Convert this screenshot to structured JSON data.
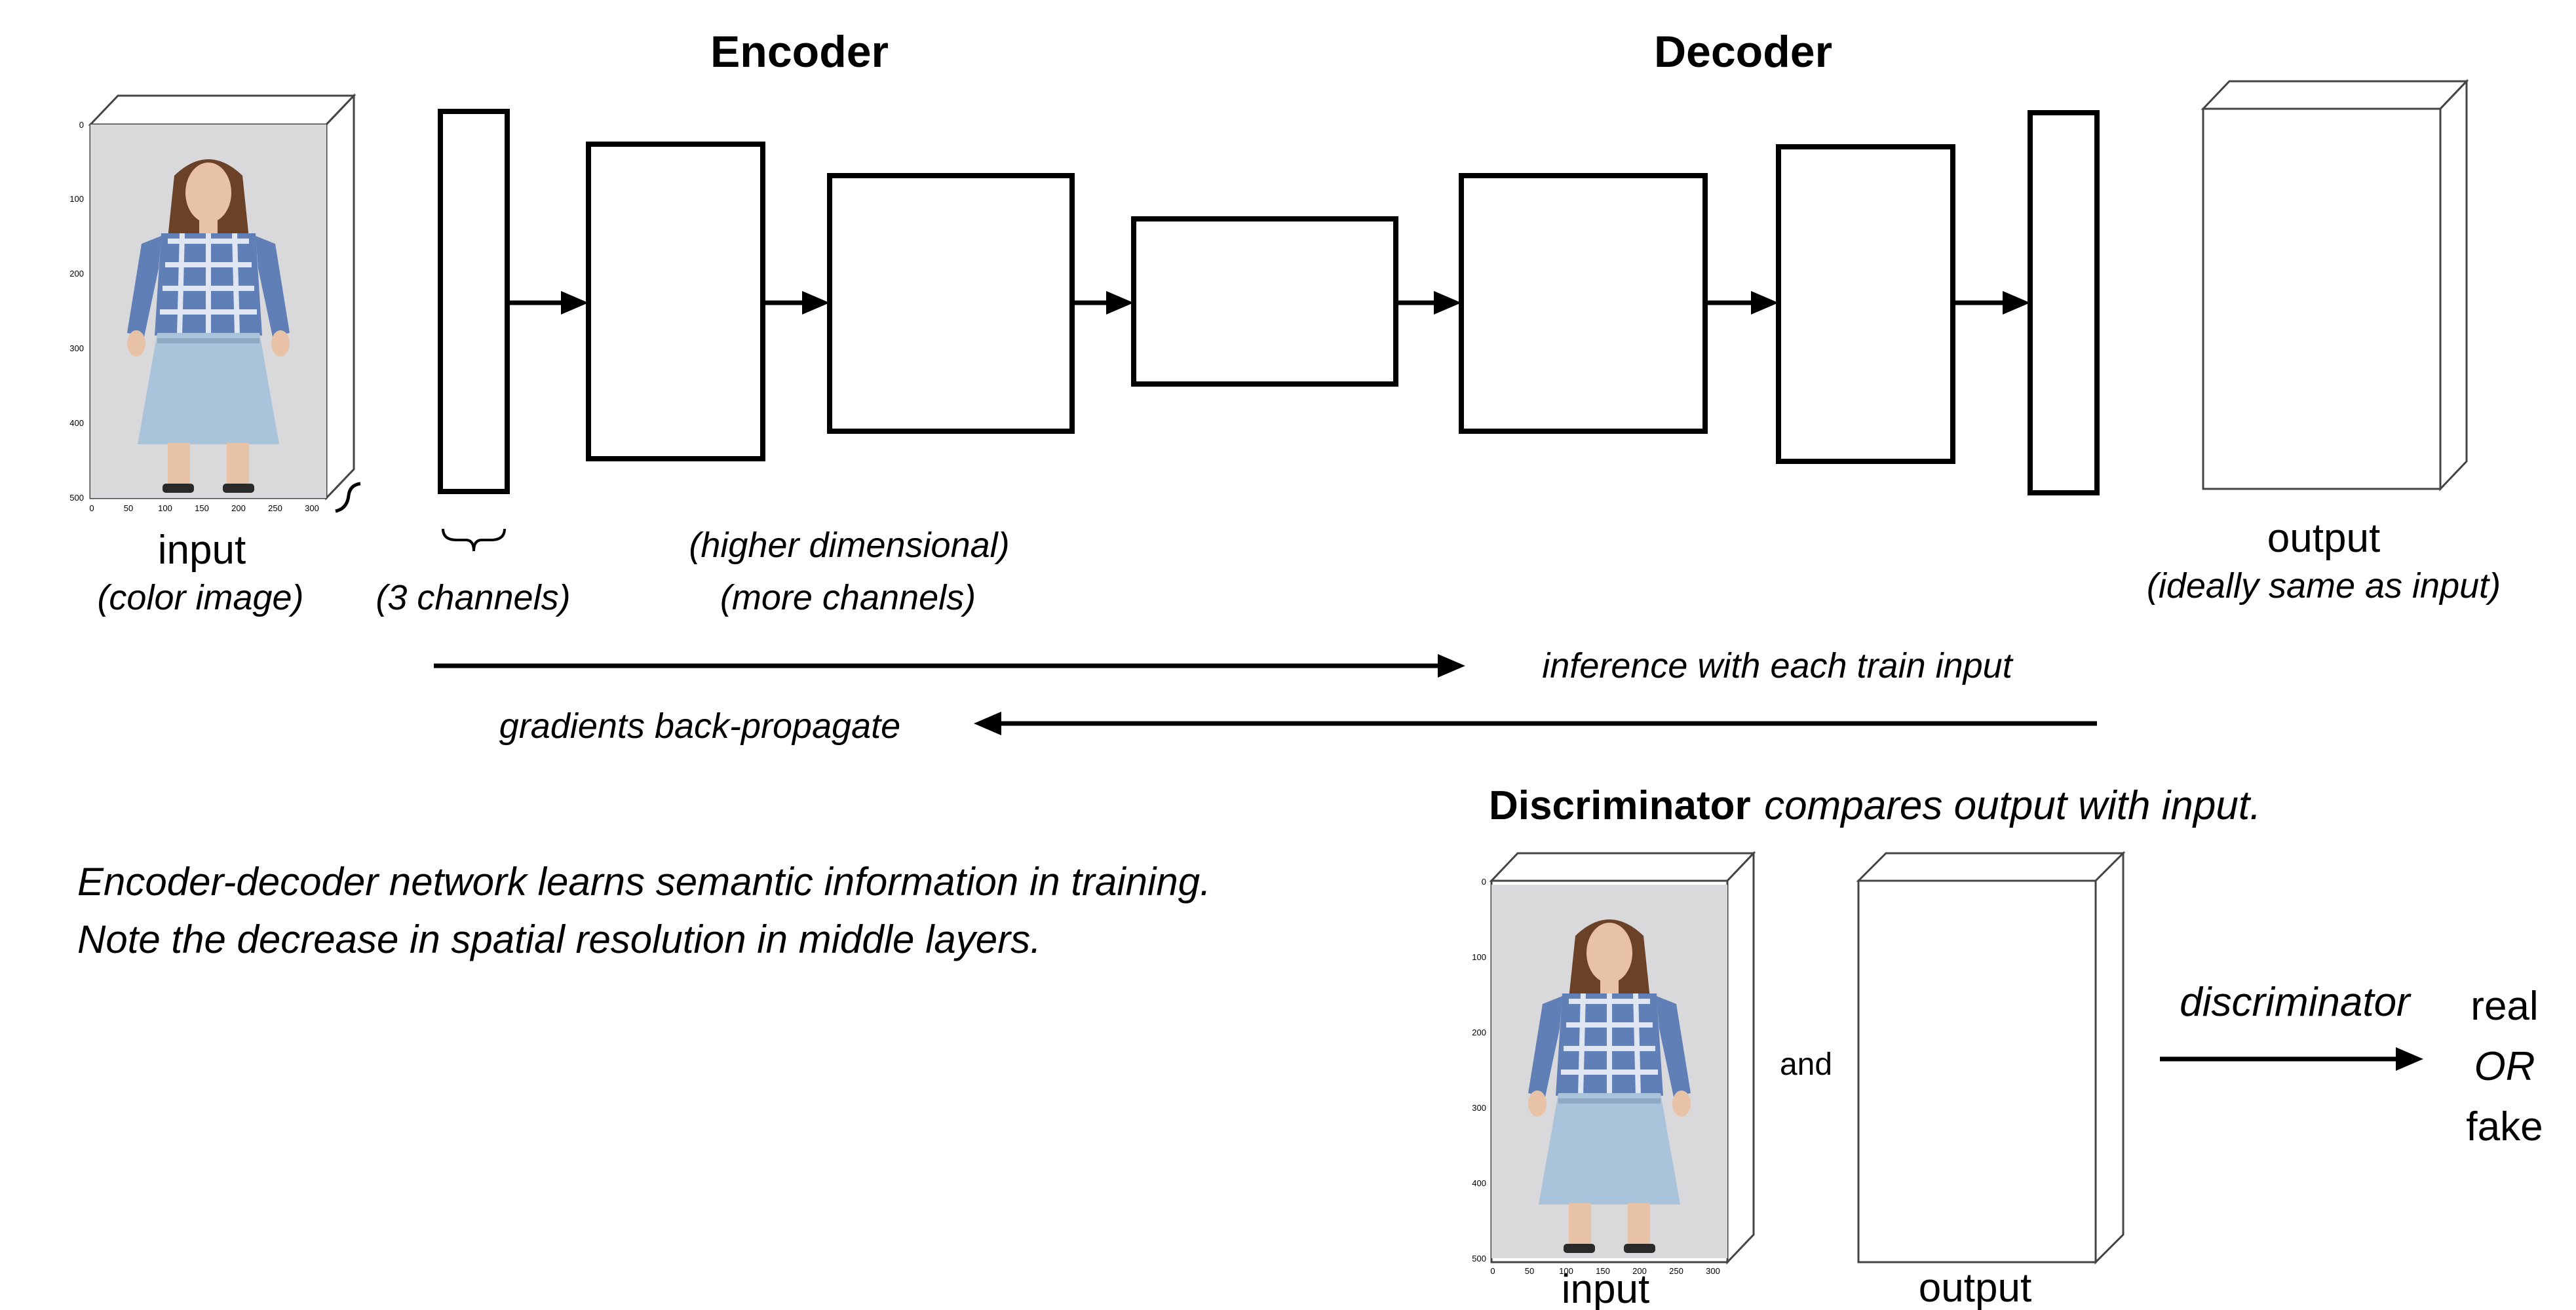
{
  "headings": {
    "encoder": "Encoder",
    "decoder": "Decoder"
  },
  "input_block": {
    "label": "input",
    "caption": "(color image)"
  },
  "first_layer_caption": "(3 channels)",
  "encoder_caption": {
    "line1": "(higher dimensional)",
    "line2": "(more channels)"
  },
  "output_block": {
    "label": "output",
    "caption": "(ideally same as input)"
  },
  "flow": {
    "forward": "inference with each train input",
    "backward": "gradients back-propagate"
  },
  "note": {
    "line1": "Encoder-decoder network learns semantic information in training.",
    "line2": "Note the decrease in spatial resolution in middle layers."
  },
  "discriminator_section": {
    "title_bold": "Discriminator",
    "title_rest": "compares output with input.",
    "input_label": "input",
    "conjunction": "and",
    "output_label": "output",
    "arrow_label": "discriminator",
    "result_real": "real",
    "result_or": "OR",
    "result_fake": "fake"
  },
  "image_axes": {
    "y_ticks": [
      "0",
      "100",
      "200",
      "300",
      "400",
      "500"
    ],
    "x_ticks": [
      "0",
      "50",
      "100",
      "150",
      "200",
      "250",
      "300"
    ]
  },
  "colors": {
    "stroke": "#000000",
    "background": "#ffffff",
    "photo_backdrop": "#d9d9dc",
    "shirt": "#5f7fb6",
    "skirt": "#a9c3da",
    "hair": "#6b4128",
    "skin": "#e7c2a6"
  },
  "icons": {
    "channel_brace": "curly-brace-icon",
    "photo": "person-photo-icon"
  }
}
